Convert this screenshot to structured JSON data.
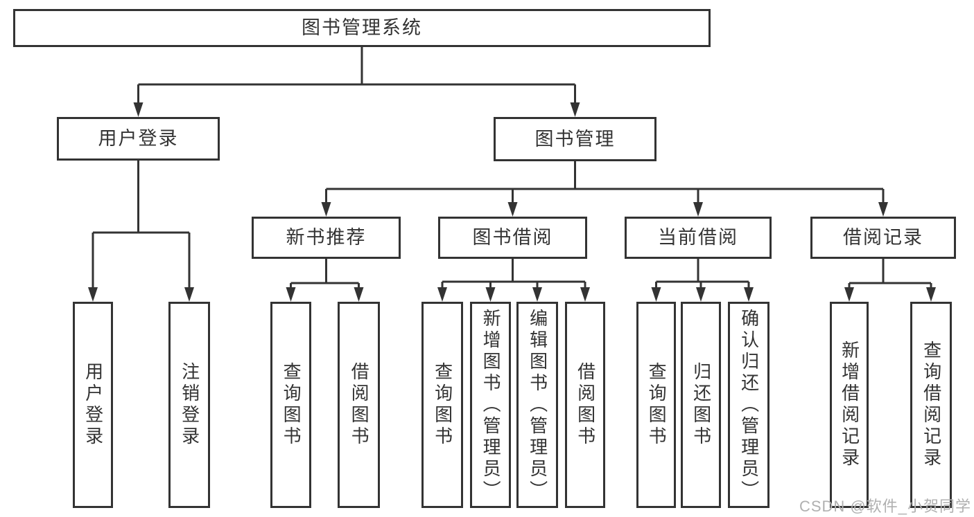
{
  "diagram": {
    "root": {
      "label": "图书管理系统"
    },
    "branches": {
      "user_login": {
        "label": "用户登录",
        "children": [
          {
            "label": "用户登录"
          },
          {
            "label": "注销登录"
          }
        ]
      },
      "book_mgmt": {
        "label": "图书管理",
        "sections": [
          {
            "label": "新书推荐",
            "children": [
              {
                "label": "查询图书"
              },
              {
                "label": "借阅图书"
              }
            ]
          },
          {
            "label": "图书借阅",
            "children": [
              {
                "label": "查询图书"
              },
              {
                "label": "新增图书（管理员）"
              },
              {
                "label": "编辑图书（管理员）"
              },
              {
                "label": "借阅图书"
              }
            ]
          },
          {
            "label": "当前借阅",
            "children": [
              {
                "label": "查询图书"
              },
              {
                "label": "归还图书"
              },
              {
                "label": "确认归还（管理员）"
              }
            ]
          },
          {
            "label": "借阅记录",
            "children": [
              {
                "label": "新增借阅记录"
              },
              {
                "label": "查询借阅记录"
              }
            ]
          }
        ]
      }
    }
  },
  "watermark": {
    "text": "CSDN @软件_小贺同学"
  },
  "colors": {
    "line": "#333333",
    "text": "#333333",
    "box_background": "#ffffff",
    "watermark": "#b0b0b0"
  }
}
